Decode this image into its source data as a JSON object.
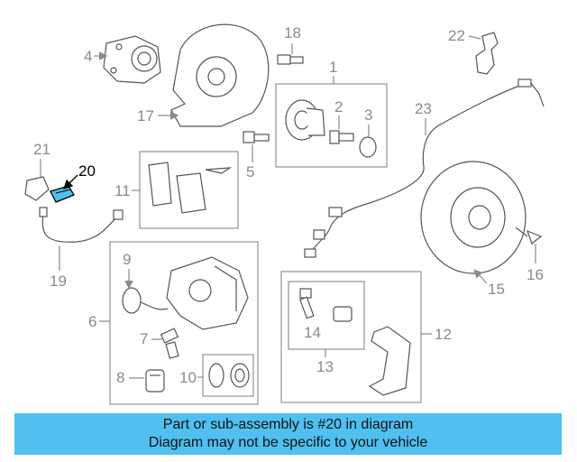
{
  "callouts": {
    "c1": "1",
    "c2": "2",
    "c3": "3",
    "c4": "4",
    "c5": "5",
    "c6": "6",
    "c7": "7",
    "c8": "8",
    "c9": "9",
    "c10": "10",
    "c11": "11",
    "c12": "12",
    "c13": "13",
    "c14": "14",
    "c15": "15",
    "c16": "16",
    "c17": "17",
    "c18": "18",
    "c19": "19",
    "c20": "20",
    "c21": "21",
    "c22": "22",
    "c23": "23"
  },
  "highlight": {
    "part": "20",
    "color": "#4fc0f0"
  },
  "footer": {
    "line1": "Part or sub-assembly is #20 in diagram",
    "line2": "Diagram may not be specific to your vehicle",
    "background": "#4fc0f0"
  }
}
